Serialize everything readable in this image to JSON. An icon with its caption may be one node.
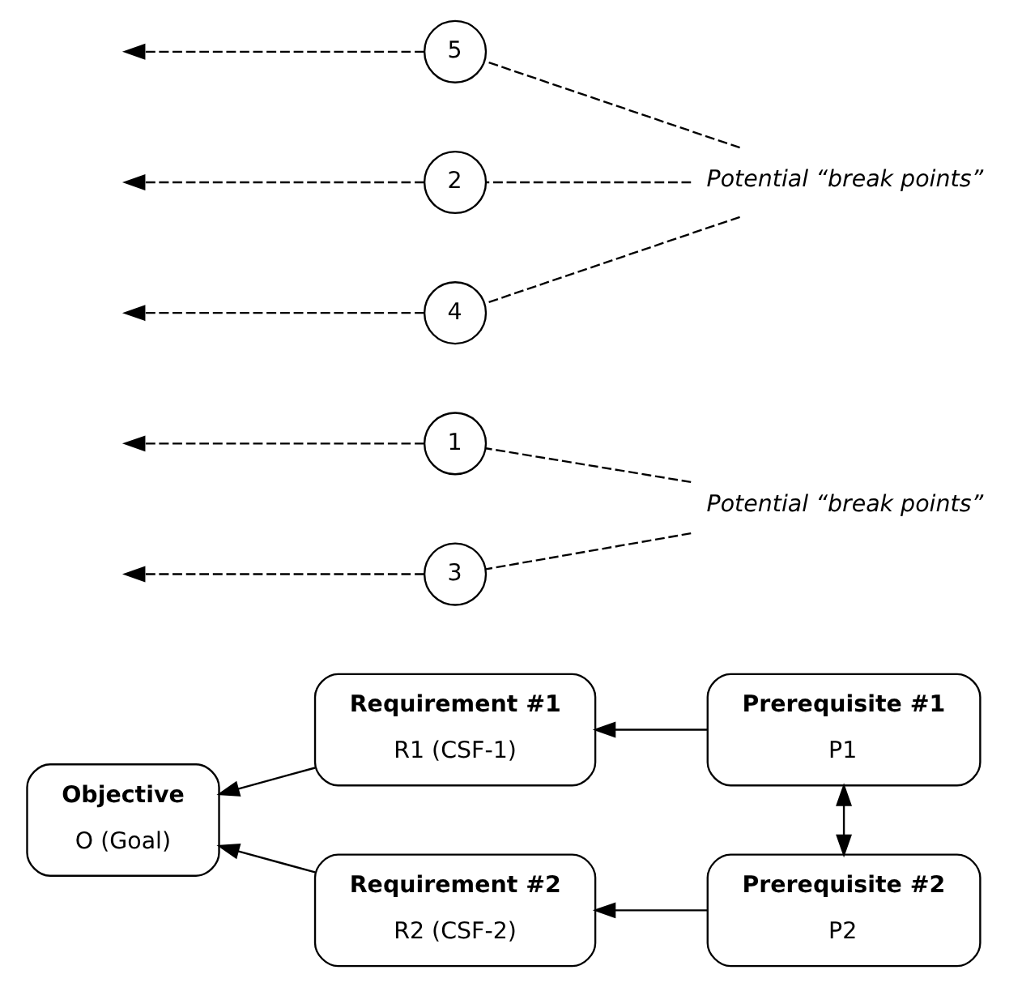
{
  "diagram": {
    "nodes": [
      {
        "text": [
          "Objective",
          "O (Goal)"
        ]
      },
      {
        "text": [
          "Requirement #1",
          "R1 (CSF-1)"
        ]
      },
      {
        "text": [
          "Prerequisite #1",
          "P1"
        ]
      },
      {
        "text": [
          "Requirement #2",
          "R2 (CSF-2)"
        ]
      },
      {
        "text": [
          "Prerequisite #2",
          "P2"
        ]
      },
      {
        "text": [
          "1"
        ]
      },
      {
        "text": [
          "3"
        ]
      },
      {
        "text": [
          "5"
        ]
      },
      {
        "text": [
          "2"
        ]
      },
      {
        "text": [
          "4"
        ]
      },
      {
        "text": [
          "Potential “break points”"
        ]
      },
      {
        "text": [
          "Potential “break points”"
        ]
      }
    ],
    "edges": [
      {
        "from": 1,
        "to": 0,
        "arrow": "to"
      },
      {
        "from": 2,
        "to": 1,
        "arrow": "to"
      },
      {
        "from": 3,
        "to": 0,
        "arrow": "to"
      },
      {
        "from": 4,
        "to": 3,
        "arrow": "to"
      },
      {
        "from": 2,
        "to": 4,
        "arrow": "both"
      },
      {
        "from": 10,
        "to": 5,
        "arrow": "none",
        "style": "dashed"
      },
      {
        "from": 5,
        "to": null,
        "arrow": "to",
        "style": "dashed"
      },
      {
        "from": 10,
        "to": 6,
        "arrow": "none",
        "style": "dashed"
      },
      {
        "from": 6,
        "to": null,
        "arrow": "to",
        "style": "dashed"
      },
      {
        "from": 11,
        "to": 8,
        "arrow": "none",
        "style": "dashed"
      },
      {
        "from": 8,
        "to": null,
        "arrow": "to",
        "style": "dashed"
      },
      {
        "from": 11,
        "to": 9,
        "arrow": "none",
        "style": "dashed"
      },
      {
        "from": 9,
        "to": null,
        "arrow": "to",
        "style": "dashed"
      },
      {
        "from": 11,
        "to": 7,
        "arrow": "none",
        "style": "dashed"
      },
      {
        "from": 7,
        "to": null,
        "arrow": "to",
        "style": "dashed"
      }
    ]
  }
}
